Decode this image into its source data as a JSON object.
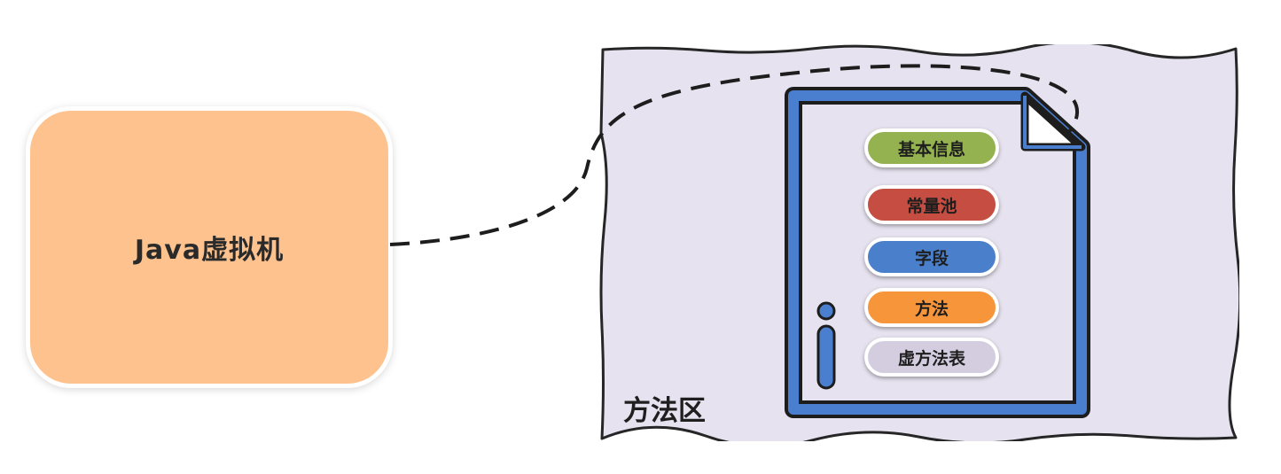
{
  "jvm": {
    "label": "Java虚拟机",
    "color": "#fdc28e"
  },
  "method_area": {
    "label": "方法区",
    "color": "#e6e2ef"
  },
  "class_file": {
    "frame_color": "#4a7fd0",
    "info_icon": "info-icon",
    "sections": [
      {
        "label": "基本信息",
        "color": "#94b24f"
      },
      {
        "label": "常量池",
        "color": "#c64d41"
      },
      {
        "label": "字段",
        "color": "#4a7fcc"
      },
      {
        "label": "方法",
        "color": "#f7953a"
      },
      {
        "label": "虚方法表",
        "color": "#d4cde0"
      }
    ]
  },
  "connector": {
    "style": "dashed"
  }
}
